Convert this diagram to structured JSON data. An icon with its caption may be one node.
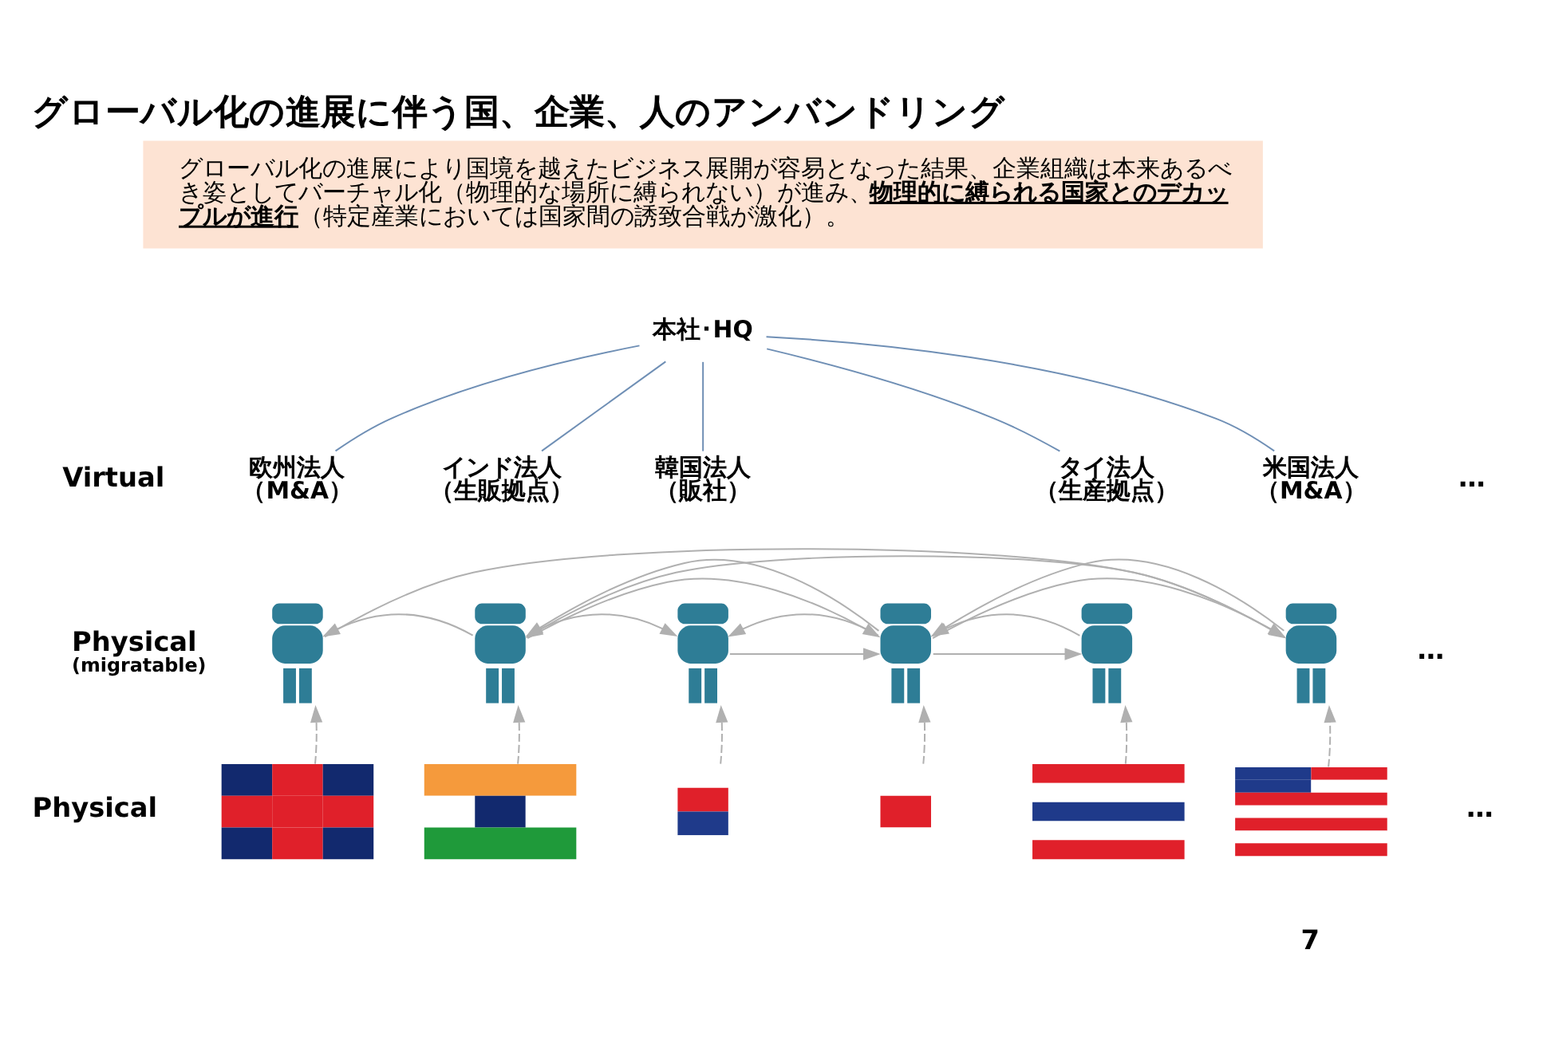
{
  "diagram": {
    "title": "グローバル化の進展に伴う国、企業、人のアンバンドリング",
    "nodes": [
      {
        "text": [
          "グローバル化の進展により国境を越えたビジネス展開が容易となった結果、企業組織は本来あるべき姿としてバーチャル化（物理的な場所に縛られない）が進み、**物理的に縛られる国家とのデカップルが進行**（特定産業においては国家間の誘致合戦が激化）。"
        ]
      },
      {
        "text": [
          "本社･HQ"
        ]
      },
      {
        "text": [
          "欧州法人",
          "（M&A）"
        ]
      },
      {
        "text": [
          "インド法人",
          "（生販拠点）"
        ]
      },
      {
        "text": [
          "韓国法人",
          "（販社）"
        ]
      },
      {
        "text": [
          "タイ法人",
          "（生産拠点）"
        ]
      },
      {
        "text": [
          "米国法人",
          "（M&A）"
        ]
      },
      {
        "text": [],
        "shape": "person"
      },
      {
        "text": [],
        "shape": "person"
      },
      {
        "text": [],
        "shape": "person"
      },
      {
        "text": [],
        "shape": "person"
      },
      {
        "text": [],
        "shape": "person"
      },
      {
        "text": [],
        "shape": "person"
      },
      {
        "text": [],
        "shape": "flag"
      },
      {
        "text": [],
        "shape": "flag"
      },
      {
        "text": [],
        "shape": "flag"
      },
      {
        "text": [],
        "shape": "flag"
      },
      {
        "text": [],
        "shape": "flag"
      },
      {
        "text": [],
        "shape": "flag"
      }
    ],
    "edges": [
      {
        "from": 1,
        "to": 2,
        "arrow": "none",
        "color": "#6f8fb5"
      },
      {
        "from": 1,
        "to": 3,
        "arrow": "none",
        "color": "#6f8fb5"
      },
      {
        "from": 1,
        "to": 4,
        "arrow": "none",
        "color": "#6f8fb5"
      },
      {
        "from": 1,
        "to": 5,
        "arrow": "none",
        "color": "#6f8fb5"
      },
      {
        "from": 1,
        "to": 6,
        "arrow": "none",
        "color": "#6f8fb5"
      },
      {
        "from": 7,
        "to": 12,
        "arrow": "to"
      },
      {
        "from": 8,
        "to": 10,
        "arrow": "to"
      },
      {
        "from": 10,
        "to": 12,
        "arrow": "to"
      },
      {
        "from": 8,
        "to": 7,
        "arrow": "to"
      },
      {
        "from": 8,
        "to": 9,
        "arrow": "to"
      },
      {
        "from": 9,
        "to": 10,
        "arrow": "to"
      },
      {
        "from": 10,
        "to": 9,
        "arrow": "to"
      },
      {
        "from": 10,
        "to": 11,
        "arrow": "to"
      },
      {
        "from": 11,
        "to": 10,
        "arrow": "to"
      },
      {
        "from": 10,
        "to": 8,
        "arrow": "to"
      },
      {
        "from": 12,
        "to": 8,
        "arrow": "to"
      },
      {
        "from": 12,
        "to": 10,
        "arrow": "to"
      },
      {
        "from": 13,
        "to": 7,
        "arrow": "to",
        "style": "dashed"
      },
      {
        "from": 14,
        "to": 8,
        "arrow": "to",
        "style": "dashed"
      },
      {
        "from": 15,
        "to": 9,
        "arrow": "to",
        "style": "dashed"
      },
      {
        "from": 16,
        "to": 10,
        "arrow": "to",
        "style": "dashed"
      },
      {
        "from": 17,
        "to": 11,
        "arrow": "to",
        "style": "dashed"
      },
      {
        "from": 18,
        "to": 12,
        "arrow": "to",
        "style": "dashed"
      }
    ],
    "labels": [
      "Virtual",
      "…",
      "Physical",
      "(migratable)",
      "…",
      "Physical",
      "…",
      "7"
    ]
  }
}
